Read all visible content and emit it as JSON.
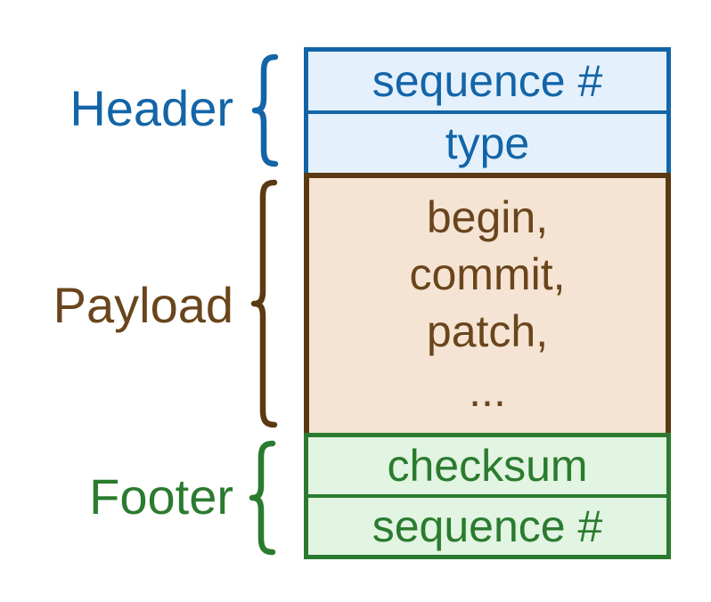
{
  "diagram": {
    "description": "message packet structure",
    "sections": [
      {
        "label": "Header",
        "color": "#1365a8",
        "fill": "#e4f1fc",
        "rows": [
          "sequence #",
          "type"
        ]
      },
      {
        "label": "Payload",
        "border_color": "#5a3a12",
        "text_color": "#6a451c",
        "fill": "#f5e4d4",
        "lines": [
          "begin,",
          "commit,",
          "patch,",
          "..."
        ]
      },
      {
        "label": "Footer",
        "color": "#2b7b2f",
        "fill": "#e2f4e2",
        "rows": [
          "checksum",
          "sequence #"
        ]
      }
    ]
  }
}
